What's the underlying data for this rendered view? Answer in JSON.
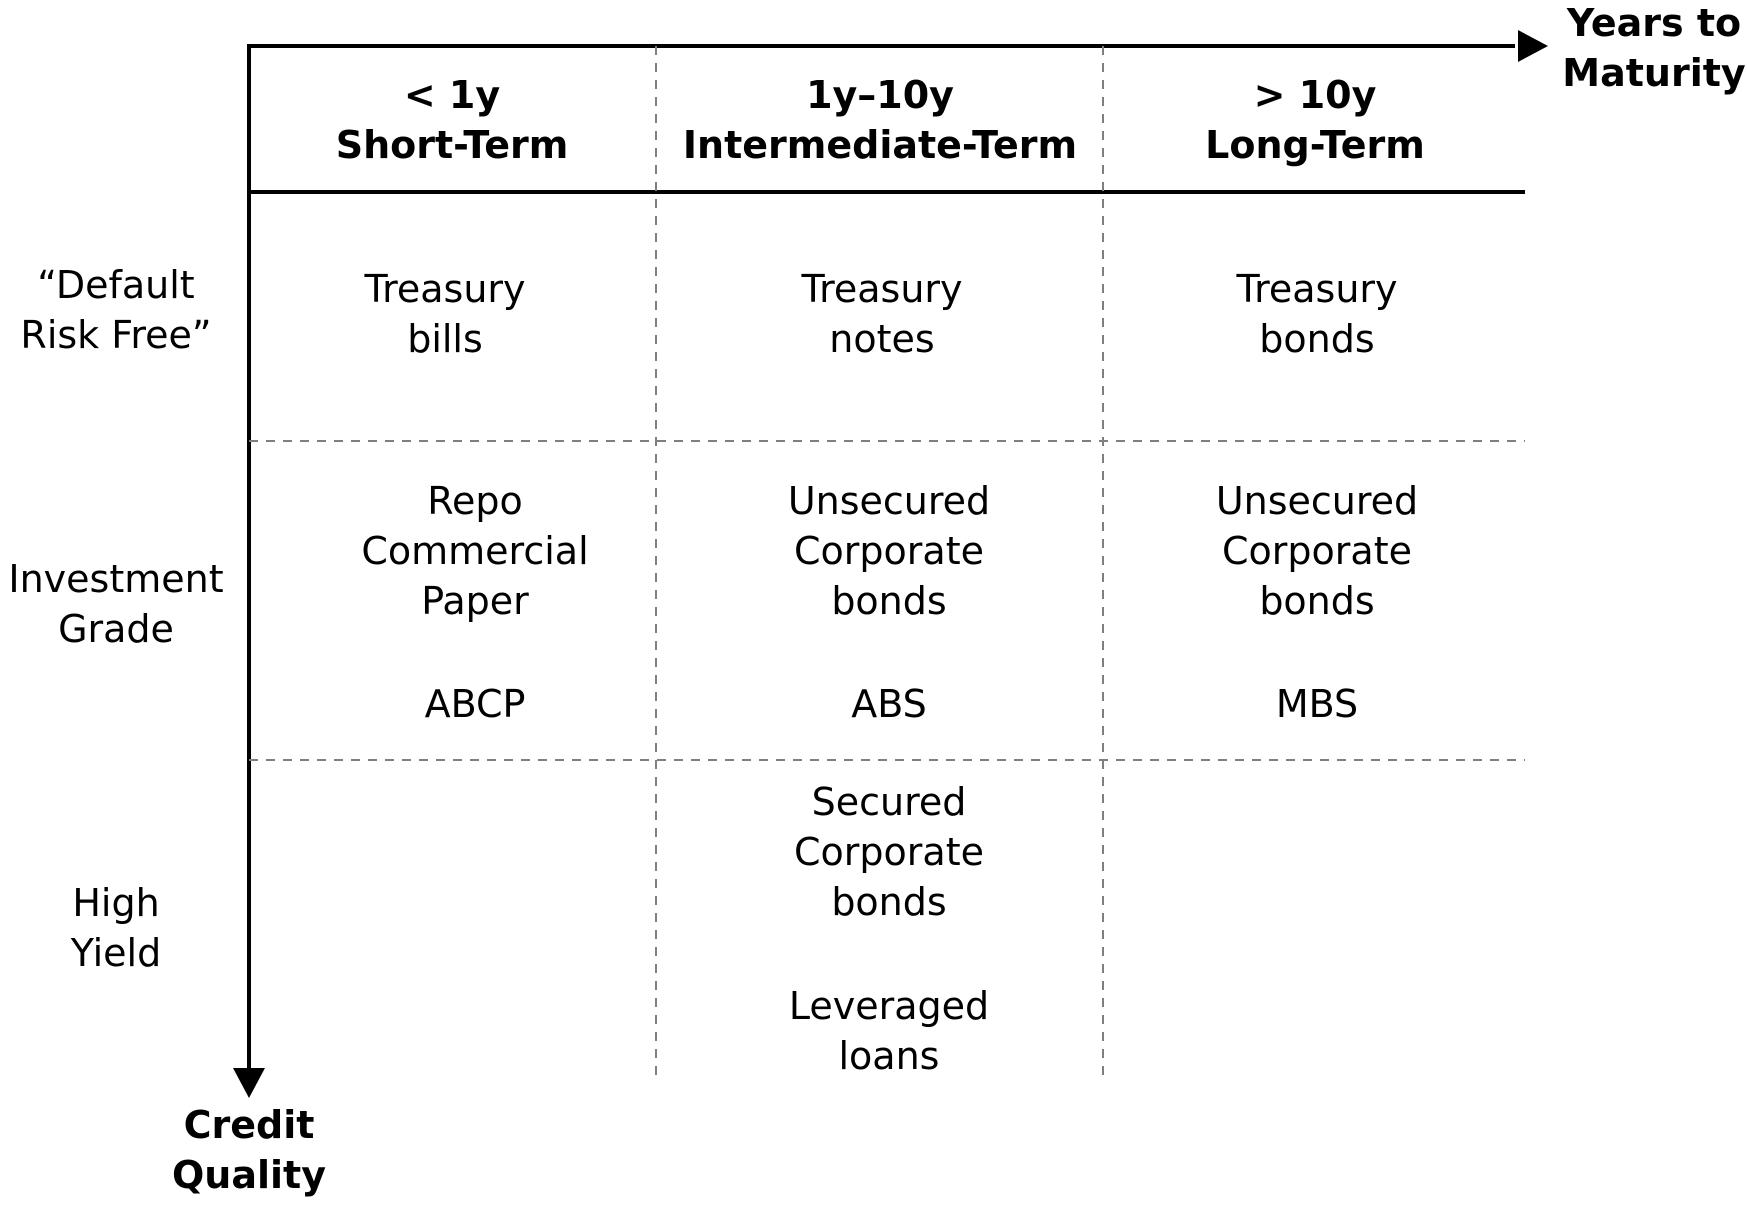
{
  "axes": {
    "x_label": [
      "Years to",
      "Maturity"
    ],
    "y_label": [
      "Credit",
      "Quality"
    ]
  },
  "columns": [
    {
      "range": "< 1y",
      "name": "Short-Term"
    },
    {
      "range": "1y–10y",
      "name": "Intermediate-Term"
    },
    {
      "range": "> 10y",
      "name": "Long-Term"
    }
  ],
  "rows": [
    {
      "label": [
        "“Default",
        "Risk Free”"
      ]
    },
    {
      "label": [
        "Investment",
        "Grade"
      ]
    },
    {
      "label": [
        "High",
        "Yield"
      ]
    }
  ],
  "cells": {
    "r1c1": [
      "Treasury",
      "bills"
    ],
    "r1c2": [
      "Treasury",
      "notes"
    ],
    "r1c3": [
      "Treasury",
      "bonds"
    ],
    "r2c1_main": [
      "Repo",
      "Commercial",
      "Paper"
    ],
    "r2c1_extra": "ABCP",
    "r2c2_main": [
      "Unsecured",
      "Corporate",
      "bonds"
    ],
    "r2c2_extra": "ABS",
    "r2c3_main": [
      "Unsecured",
      "Corporate",
      "bonds"
    ],
    "r2c3_extra": "MBS",
    "r3c2_main": [
      "Secured",
      "Corporate",
      "bonds"
    ],
    "r3c2_extra": [
      "Leveraged",
      "loans"
    ]
  },
  "colors": {
    "line": "#000000",
    "dashed": "#7f7f7f",
    "text": "#000000"
  }
}
